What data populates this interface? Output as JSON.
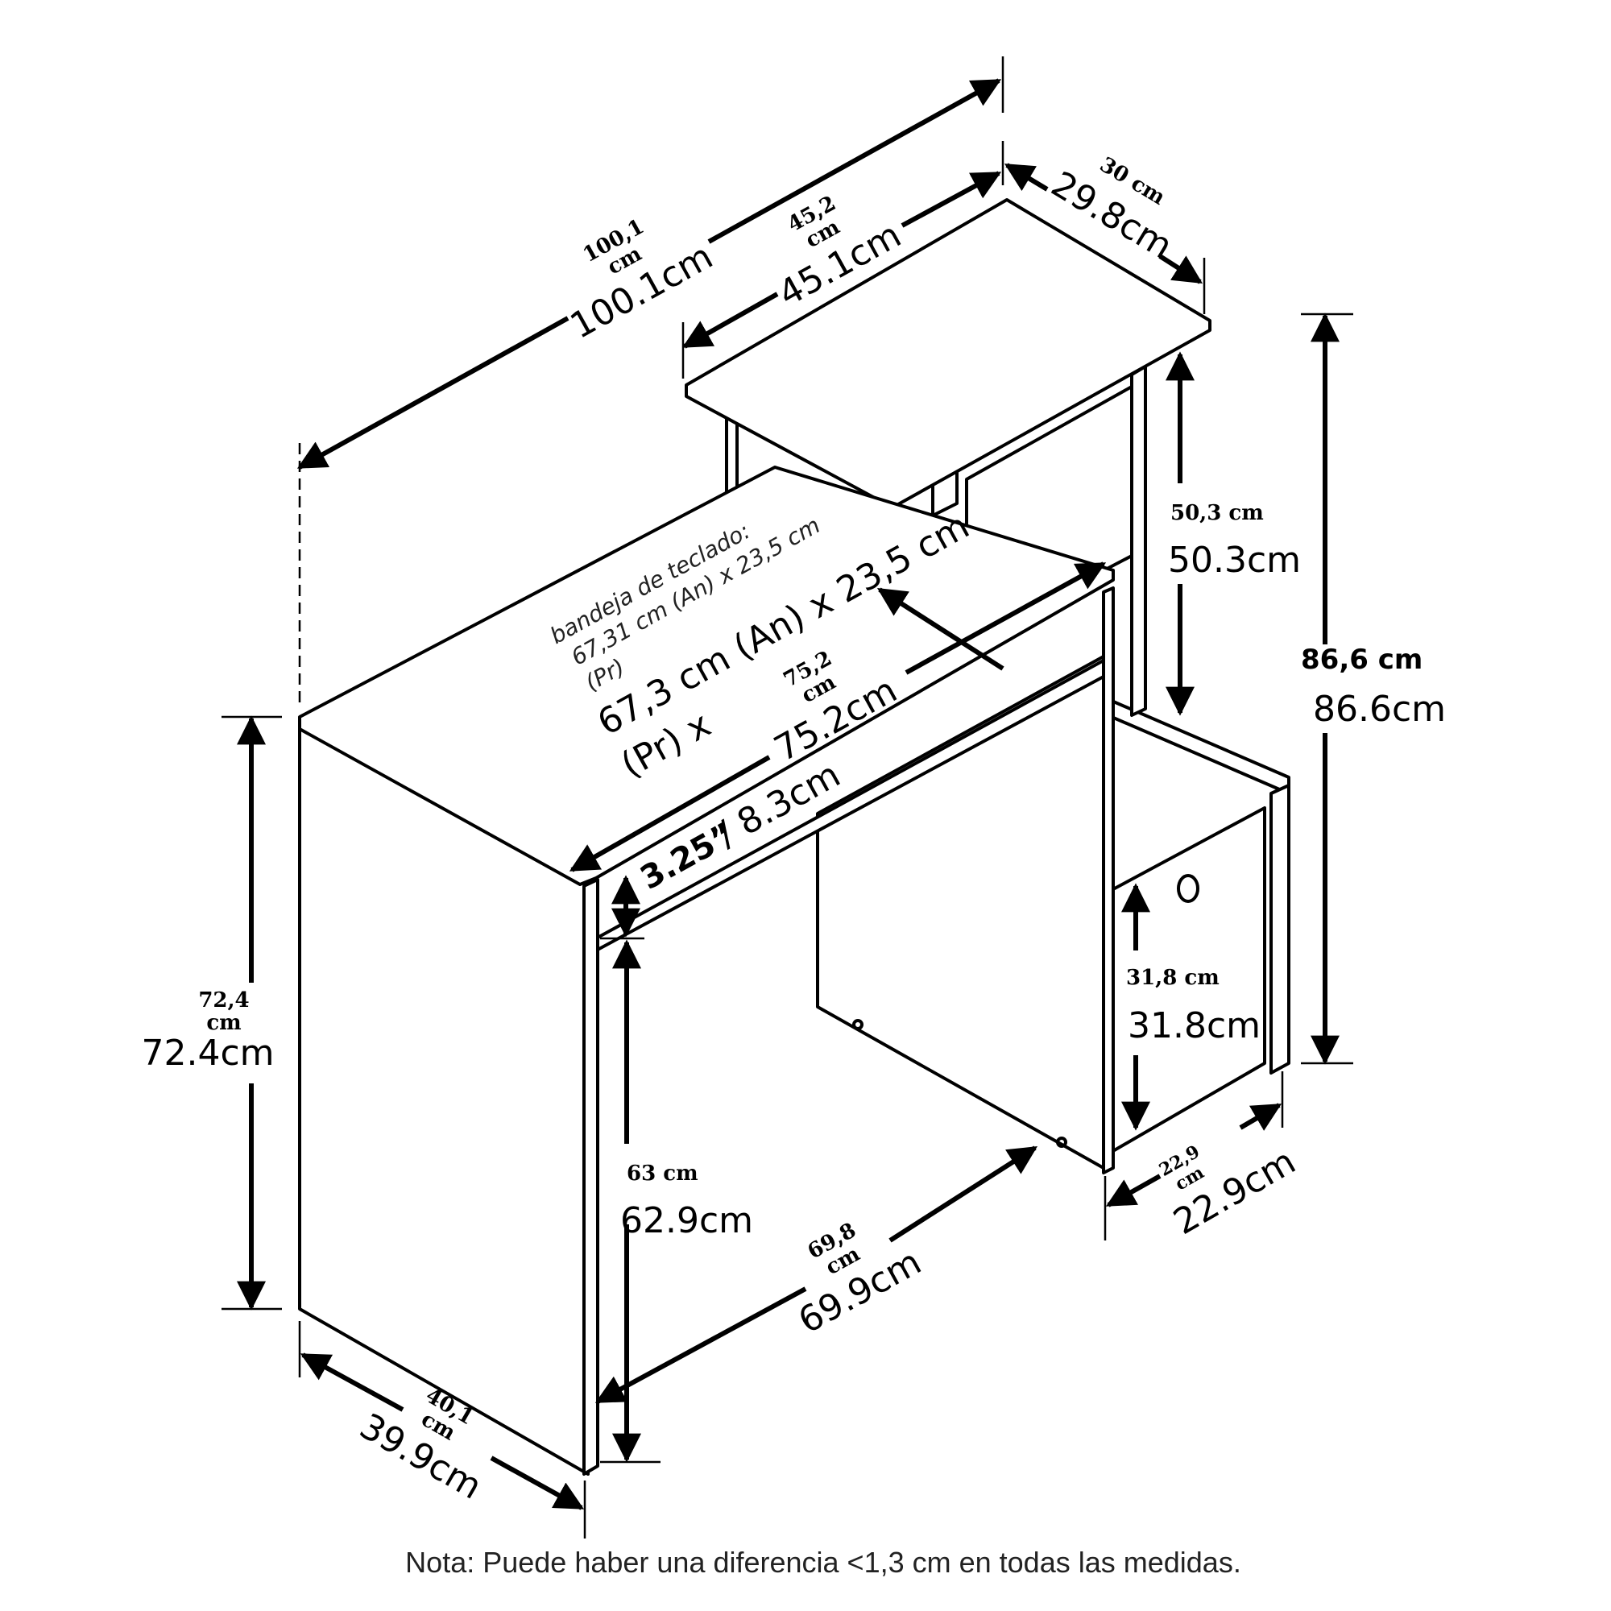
{
  "dimensions": {
    "total_width": {
      "metric": "100,1",
      "unit": "cm",
      "value": "100.1cm"
    },
    "shelf_width": {
      "metric": "45,2",
      "unit": "cm",
      "value": "45.1cm"
    },
    "shelf_depth": {
      "metric": "30 cm",
      "value": "29.8cm"
    },
    "shelf_height": {
      "metric": "50,3 cm",
      "value": "50.3cm"
    },
    "total_height": {
      "metric": "86,6 cm",
      "value": "86.6cm"
    },
    "desk_width": {
      "metric": "75,2",
      "unit": "cm",
      "value": "75.2cm"
    },
    "desk_height": {
      "metric": "72,4",
      "unit": "cm",
      "value": "72.4cm"
    },
    "keyboard_tray": {
      "label_line1": "bandeja de teclado:",
      "label_line2": "67,31 cm (An) x 23,5 cm",
      "label_line3": "(Pr)",
      "value_line1": "67,3 cm (An) x 23,5 cm",
      "value_line2": "(Pr) x"
    },
    "tray_height": {
      "value_bold": "3.25”",
      "value": "/ 8.3cm"
    },
    "knee_height": {
      "metric": "63 cm",
      "value": "62.9cm"
    },
    "knee_width": {
      "metric": "69,8",
      "unit": "cm",
      "value": "69.9cm"
    },
    "side_depth": {
      "metric": "40,1",
      "unit": "cm",
      "value": "39.9cm"
    },
    "cabinet_height": {
      "metric": "31,8 cm",
      "value": "31.8cm"
    },
    "cabinet_depth": {
      "metric": "22,9",
      "unit": "cm",
      "value": "22.9cm"
    }
  },
  "note": "Nota: Puede haber una diferencia <1,3 cm en todas las medidas."
}
